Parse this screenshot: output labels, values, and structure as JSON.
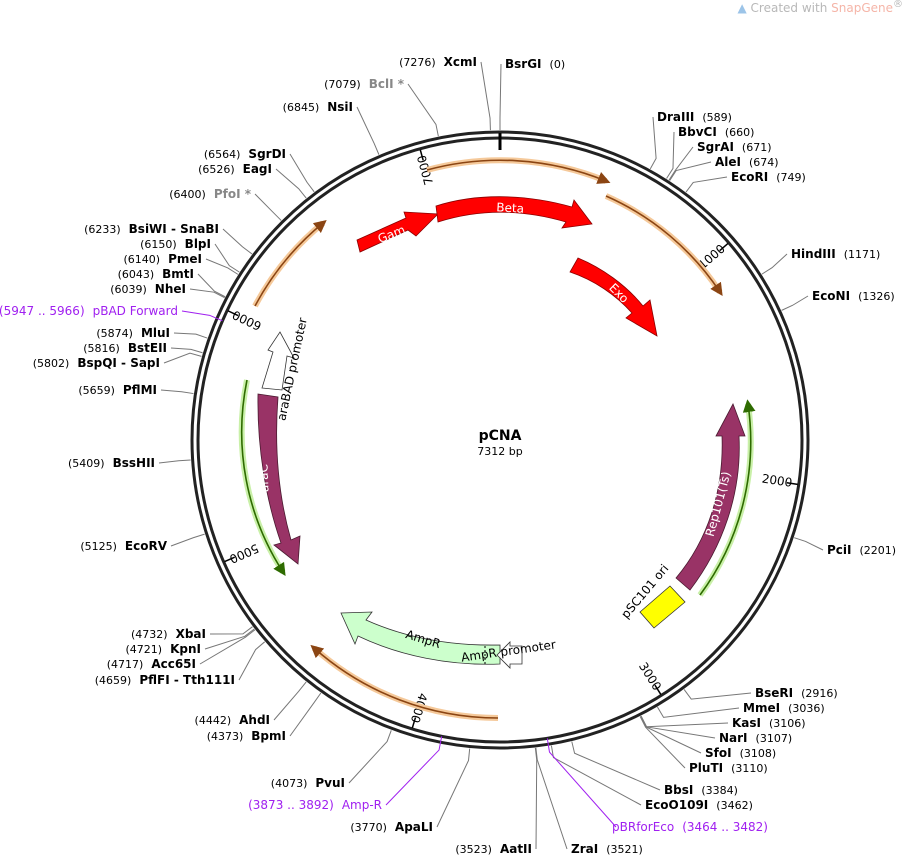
{
  "credit": {
    "prefix": "Created with",
    "brand": "SnapGene",
    "reg": "®"
  },
  "plasmid": {
    "name": "pCNA",
    "size_label": "7312 bp",
    "length": 7312
  },
  "ticks": [
    {
      "bp": 1000,
      "label": "1000"
    },
    {
      "bp": 2000,
      "label": "2000"
    },
    {
      "bp": 3000,
      "label": "3000"
    },
    {
      "bp": 4000,
      "label": "4000"
    },
    {
      "bp": 5000,
      "label": "5000"
    },
    {
      "bp": 6000,
      "label": "6000"
    },
    {
      "bp": 7000,
      "label": "7000"
    }
  ],
  "sites": [
    {
      "name": "BsrGI",
      "pos": "(0)",
      "bp": 0
    },
    {
      "name": "XcmI",
      "pos": "(7276)",
      "bp": 7276
    },
    {
      "name": "BclI *",
      "pos": "(7079)",
      "bp": 7079,
      "grey": true
    },
    {
      "name": "NsiI",
      "pos": "(6845)",
      "bp": 6845
    },
    {
      "name": "SgrDI",
      "pos": "(6564)",
      "bp": 6564
    },
    {
      "name": "EagI",
      "pos": "(6526)",
      "bp": 6526
    },
    {
      "name": "PfoI *",
      "pos": "(6400)",
      "bp": 6400,
      "grey": true
    },
    {
      "name": "BsiWI - SnaBI",
      "pos": "(6233)",
      "bp": 6233
    },
    {
      "name": "BlpI",
      "pos": "(6150)",
      "bp": 6150
    },
    {
      "name": "PmeI",
      "pos": "(6140)",
      "bp": 6140
    },
    {
      "name": "BmtI",
      "pos": "(6043)",
      "bp": 6043
    },
    {
      "name": "NheI",
      "pos": "(6039)",
      "bp": 6039
    },
    {
      "name": "MluI",
      "pos": "(5874)",
      "bp": 5874
    },
    {
      "name": "BstEII",
      "pos": "(5816)",
      "bp": 5816
    },
    {
      "name": "BspQI - SapI",
      "pos": "(5802)",
      "bp": 5802
    },
    {
      "name": "PflMI",
      "pos": "(5659)",
      "bp": 5659
    },
    {
      "name": "BssHII",
      "pos": "(5409)",
      "bp": 5409
    },
    {
      "name": "EcoRV",
      "pos": "(5125)",
      "bp": 5125
    },
    {
      "name": "XbaI",
      "pos": "(4732)",
      "bp": 4732
    },
    {
      "name": "KpnI",
      "pos": "(4721)",
      "bp": 4721
    },
    {
      "name": "Acc65I",
      "pos": "(4717)",
      "bp": 4717
    },
    {
      "name": "PflFI - Tth111I",
      "pos": "(4659)",
      "bp": 4659
    },
    {
      "name": "AhdI",
      "pos": "(4442)",
      "bp": 4442
    },
    {
      "name": "BpmI",
      "pos": "(4373)",
      "bp": 4373
    },
    {
      "name": "PvuI",
      "pos": "(4073)",
      "bp": 4073
    },
    {
      "name": "ApaLI",
      "pos": "(3770)",
      "bp": 3770
    },
    {
      "name": "AatII",
      "pos": "(3523)",
      "bp": 3523
    },
    {
      "name": "ZraI",
      "pos": "(3521)",
      "bp": 3521
    },
    {
      "name": "EcoO109I",
      "pos": "(3462)",
      "bp": 3462
    },
    {
      "name": "BbsI",
      "pos": "(3384)",
      "bp": 3384
    },
    {
      "name": "PluTI",
      "pos": "(3110)",
      "bp": 3110
    },
    {
      "name": "SfoI",
      "pos": "(3108)",
      "bp": 3108
    },
    {
      "name": "NarI",
      "pos": "(3107)",
      "bp": 3107
    },
    {
      "name": "KasI",
      "pos": "(3106)",
      "bp": 3106
    },
    {
      "name": "MmeI",
      "pos": "(3036)",
      "bp": 3036
    },
    {
      "name": "BseRI",
      "pos": "(2916)",
      "bp": 2916
    },
    {
      "name": "PciI",
      "pos": "(2201)",
      "bp": 2201
    },
    {
      "name": "EcoNI",
      "pos": "(1326)",
      "bp": 1326
    },
    {
      "name": "HindIII",
      "pos": "(1171)",
      "bp": 1171
    },
    {
      "name": "EcoRI",
      "pos": "(749)",
      "bp": 749
    },
    {
      "name": "AleI",
      "pos": "(674)",
      "bp": 674
    },
    {
      "name": "SgrAI",
      "pos": "(671)",
      "bp": 671
    },
    {
      "name": "BbvCI",
      "pos": "(660)",
      "bp": 660
    },
    {
      "name": "DraIII",
      "pos": "(589)",
      "bp": 589
    }
  ],
  "primers": [
    {
      "name": "pBAD Forward",
      "range": "(5947 .. 5966)",
      "bp": 5956
    },
    {
      "name": "Amp-R",
      "range": "(3873 .. 3892)",
      "bp": 3882
    },
    {
      "name": "pBRforEco",
      "range": "(3464 .. 3482)",
      "bp": 3473
    }
  ],
  "features": [
    {
      "name": "Gam",
      "kind": "cds",
      "color": "#ff0000"
    },
    {
      "name": "Beta",
      "kind": "cds",
      "color": "#ff0000"
    },
    {
      "name": "Exo",
      "kind": "cds",
      "color": "#ff0000"
    },
    {
      "name": "Rep101(Ts)",
      "kind": "cds",
      "color": "#993366"
    },
    {
      "name": "pSC101 ori",
      "kind": "origin",
      "color": "#ffff00"
    },
    {
      "name": "AmpR",
      "kind": "cds",
      "color": "#ccffcc"
    },
    {
      "name": "AmpR promoter",
      "kind": "promoter",
      "color": "#ffffff"
    },
    {
      "name": "araC",
      "kind": "cds",
      "color": "#993366"
    },
    {
      "name": "araBAD promoter",
      "kind": "promoter",
      "color": "#ffffff"
    }
  ]
}
